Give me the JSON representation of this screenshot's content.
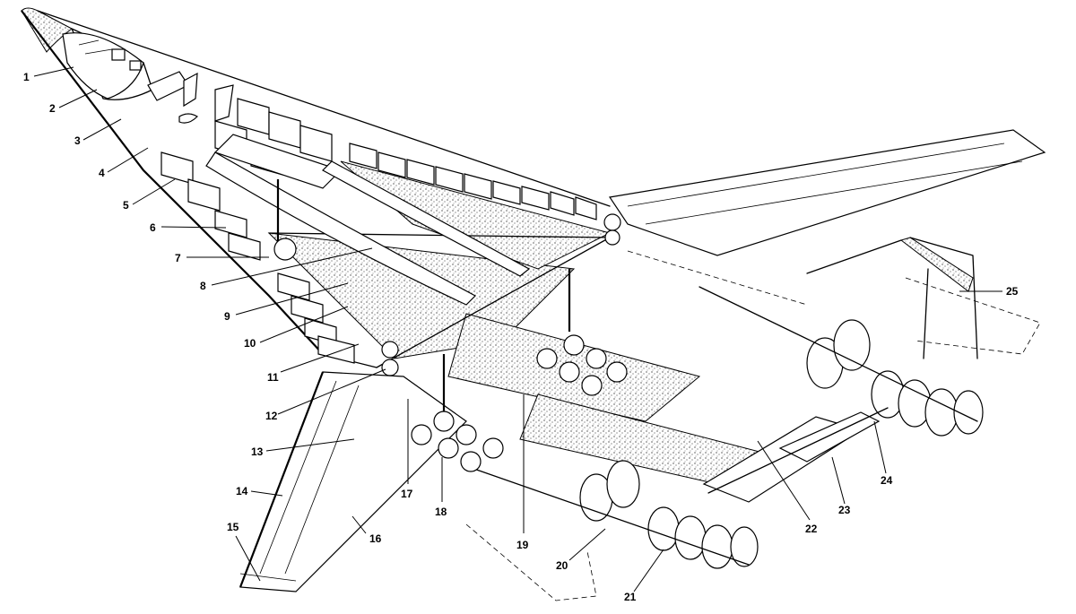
{
  "figure": {
    "subject": "Flying-wing aircraft cutaway",
    "callouts": [
      {
        "number": "1"
      },
      {
        "number": "2"
      },
      {
        "number": "3"
      },
      {
        "number": "4"
      },
      {
        "number": "5"
      },
      {
        "number": "6"
      },
      {
        "number": "7"
      },
      {
        "number": "8"
      },
      {
        "number": "9"
      },
      {
        "number": "10"
      },
      {
        "number": "11"
      },
      {
        "number": "12"
      },
      {
        "number": "13"
      },
      {
        "number": "14"
      },
      {
        "number": "15"
      },
      {
        "number": "16"
      },
      {
        "number": "17"
      },
      {
        "number": "18"
      },
      {
        "number": "19"
      },
      {
        "number": "20"
      },
      {
        "number": "21"
      },
      {
        "number": "22"
      },
      {
        "number": "23"
      },
      {
        "number": "24"
      },
      {
        "number": "25"
      }
    ]
  }
}
